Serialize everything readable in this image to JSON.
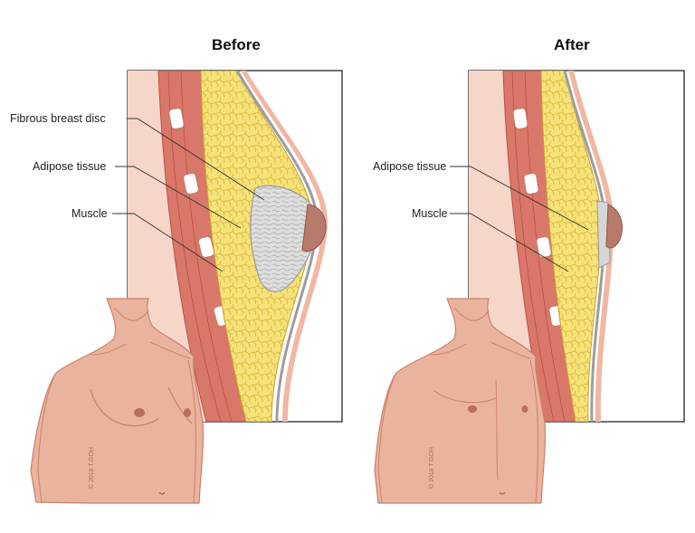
{
  "panels": {
    "before": {
      "title": "Before",
      "labels": {
        "fibrous": "Fibrous breast disc",
        "adipose": "Adipose tissue",
        "muscle": "Muscle"
      }
    },
    "after": {
      "title": "After",
      "labels": {
        "adipose": "Adipose tissue",
        "muscle": "Muscle"
      }
    }
  },
  "copyright": "© 2018 T.GOH",
  "colors": {
    "skin": "#f3c9b5",
    "skin_shadow": "#e2a48c",
    "muscle": "#d9786a",
    "muscle_dark": "#b9503f",
    "fat": "#f7e27a",
    "fat_line": "#d8b93a",
    "disc": "#dcdcdc",
    "areola": "#b87a6b",
    "body": "#eab39e",
    "body_shadow": "#c9816a"
  },
  "icons": [
    "pectoral-muscle-illustration",
    "adipose-cells-illustration",
    "torso-illustration"
  ]
}
